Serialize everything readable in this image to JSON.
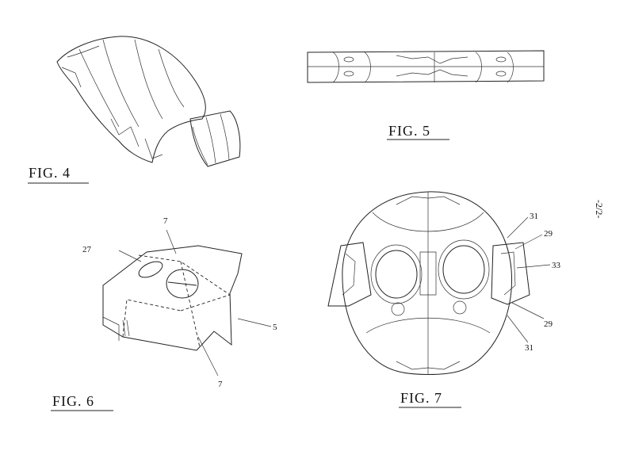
{
  "page_number": "-2/2-",
  "figures": [
    {
      "id": "fig4",
      "caption": "FIG.   4",
      "ref_numerals": []
    },
    {
      "id": "fig5",
      "caption": "FIG.   5",
      "ref_numerals": []
    },
    {
      "id": "fig6",
      "caption": "FIG.   6",
      "ref_numerals": [
        "7",
        "27",
        "5",
        "7"
      ]
    },
    {
      "id": "fig7",
      "caption": "FIG.   7",
      "ref_numerals": [
        "31",
        "29",
        "33",
        "29",
        "31"
      ]
    }
  ]
}
